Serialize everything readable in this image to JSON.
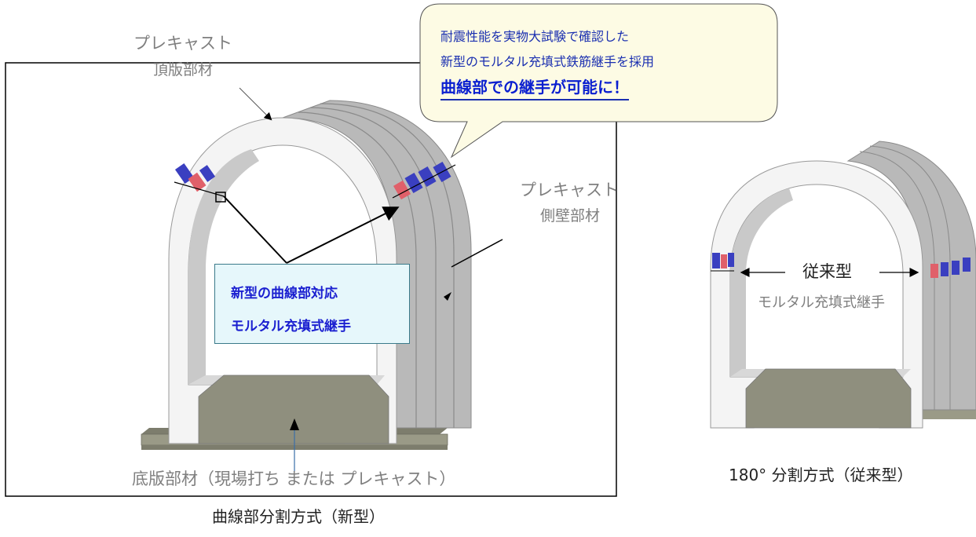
{
  "callout": {
    "line1": "耐震性能を実物大試験で確認した",
    "line2": "新型のモルタル充填式鉄筋継手を採用",
    "highlight": "曲線部での継手が可能に！"
  },
  "labels": {
    "top_member_line1": "プレキャスト",
    "top_member_line2": "頂版部材",
    "side_member_line1": "プレキャスト",
    "side_member_line2": "側壁部材",
    "bottom_member": "底版部材（現場打ち または プレキャスト）",
    "conventional_type": "従来型",
    "conventional_joint": "モルタル充填式継手"
  },
  "infobox": {
    "line1": "新型の曲線部対応",
    "line2": "モルタル充填式継手"
  },
  "captions": {
    "new_method": "曲線部分割方式（新型）",
    "conventional_method": "180° 分割方式（従来型）"
  },
  "colors": {
    "concrete_face": "#f2f2f2",
    "concrete_side": "#b8b8b8",
    "base_slab": "#8c8c7a",
    "joint_blue": "#3a3fc0",
    "joint_red": "#e0606a",
    "callout_bg": "#fdfbe4",
    "infobox_bg": "#e6f7fb"
  }
}
